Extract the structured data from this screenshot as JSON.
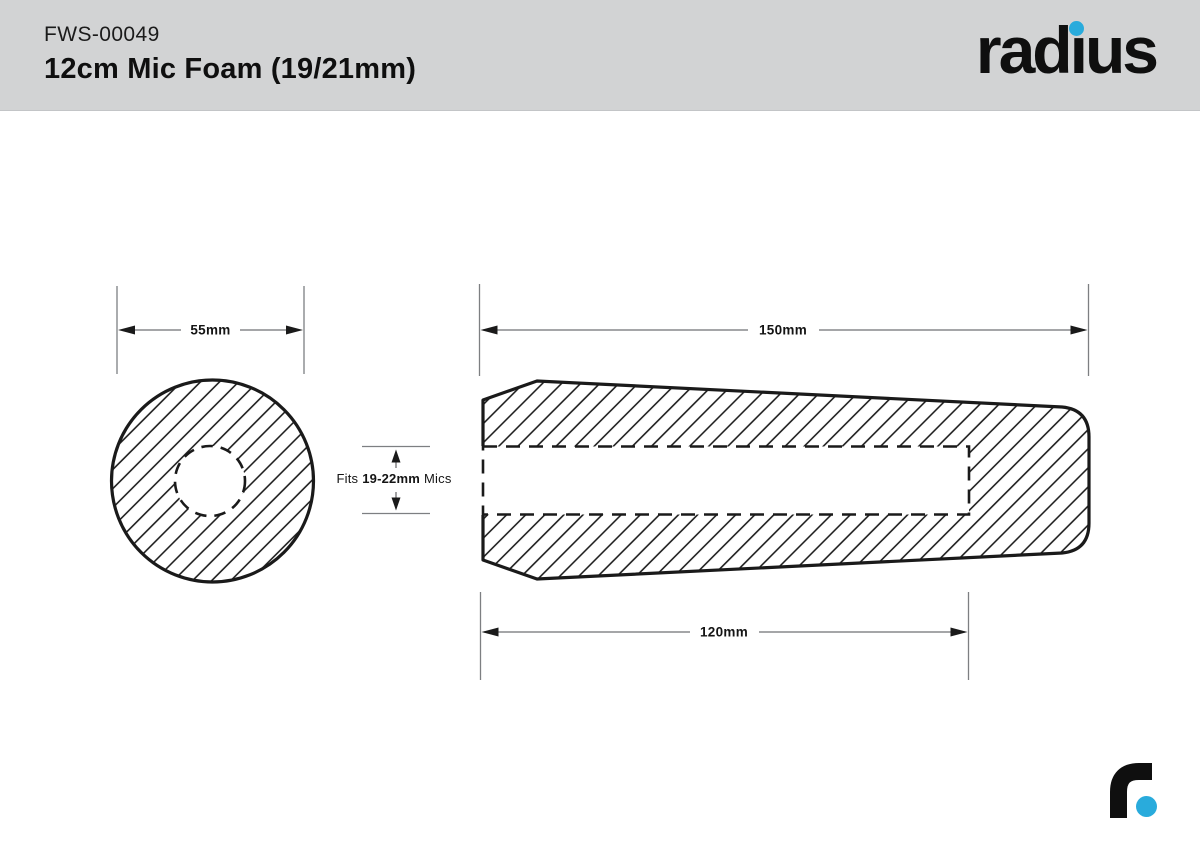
{
  "header": {
    "product_code": "FWS-00049",
    "product_title": "12cm Mic Foam (19/21mm)",
    "brand": {
      "wordmark_prefix": "rad",
      "wordmark_dotless_i": "ı",
      "wordmark_suffix": "us"
    }
  },
  "drawing": {
    "front_view": {
      "width_dim": "55mm"
    },
    "side_view": {
      "length_dim": "150mm",
      "hole_depth_dim": "120mm"
    },
    "fit_note": {
      "prefix": "Fits",
      "range": "19-22mm",
      "suffix": "Mics"
    }
  },
  "colors": {
    "accent_cyan": "#29abdc",
    "header_gray": "#d2d3d4",
    "line_black": "#1a1a1a",
    "dim_line_gray": "#7d7f82"
  }
}
